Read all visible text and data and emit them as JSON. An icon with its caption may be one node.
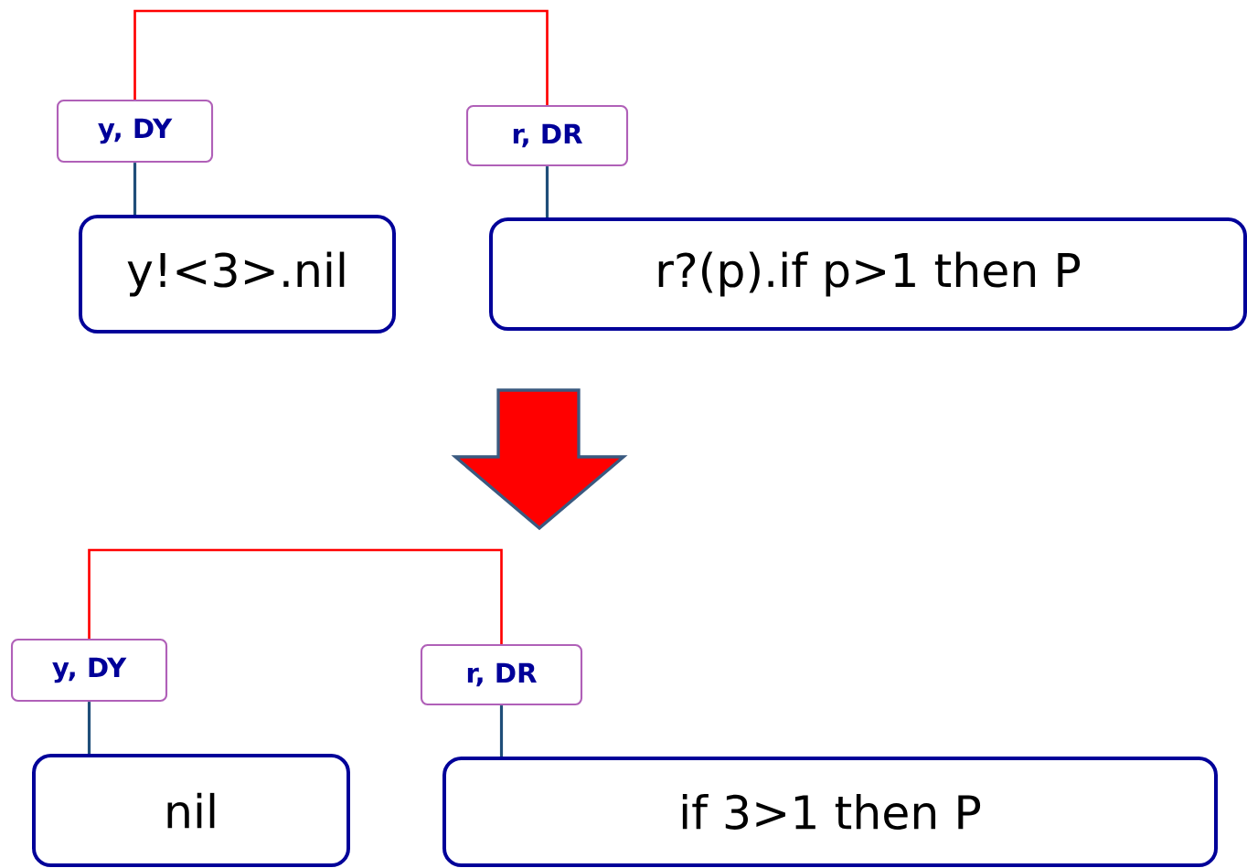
{
  "diagram": {
    "nodes": [
      {
        "text": [
          "y, DY"
        ]
      },
      {
        "text": [
          "r, DR"
        ]
      },
      {
        "text": [
          "y!<3>.nil"
        ]
      },
      {
        "text": [
          "r?(p).if p>1 then P"
        ]
      },
      {
        "text": [
          "y, DY"
        ]
      },
      {
        "text": [
          "r, DR"
        ]
      },
      {
        "text": [
          "nil"
        ]
      },
      {
        "text": [
          "if 3>1 then P"
        ]
      }
    ],
    "edges": [
      {
        "from": 0,
        "to": 1,
        "arrow": "none",
        "color": "#ff0000"
      },
      {
        "from": 0,
        "to": 2,
        "arrow": "none"
      },
      {
        "from": 1,
        "to": 3,
        "arrow": "none"
      },
      {
        "from": 4,
        "to": 5,
        "arrow": "none",
        "color": "#ff0000"
      },
      {
        "from": 4,
        "to": 6,
        "arrow": "none"
      },
      {
        "from": 5,
        "to": 7,
        "arrow": "none"
      }
    ]
  }
}
